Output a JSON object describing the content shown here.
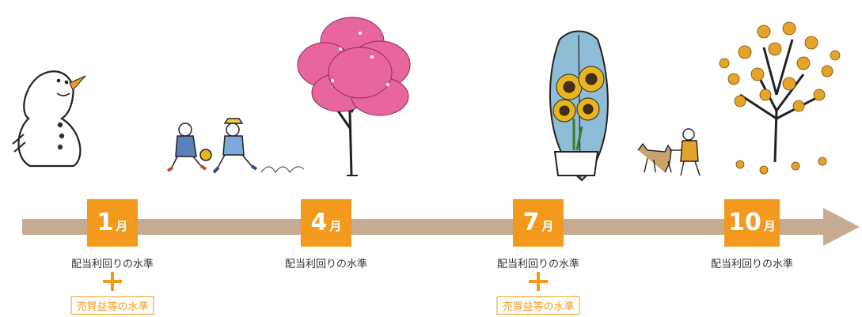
{
  "timeline": {
    "month_unit": "月",
    "months": [
      {
        "number": "1",
        "caption": "配当利回りの水準",
        "extra": "売買益等の水準"
      },
      {
        "number": "4",
        "caption": "配当利回りの水準"
      },
      {
        "number": "7",
        "caption": "配当利回りの水準",
        "extra": "売買益等の水準"
      },
      {
        "number": "10",
        "caption": "配当利回りの水準"
      }
    ]
  },
  "illustrations": {
    "winter": "snowman-icon",
    "spring_kids": "children-running-icon",
    "spring_tree": "cherry-blossom-tree-icon",
    "summer": "sunflower-surfboard-icon",
    "autumn_walker": "dog-walker-icon",
    "autumn_tree": "autumn-tree-icon"
  },
  "colors": {
    "accent": "#f39a1e",
    "timeline": "#c4ab92",
    "blossom": "#e7669b",
    "autumn_leaf": "#e6a329",
    "sunflower": "#e9b51e",
    "surfboard": "#8fbcd6"
  }
}
